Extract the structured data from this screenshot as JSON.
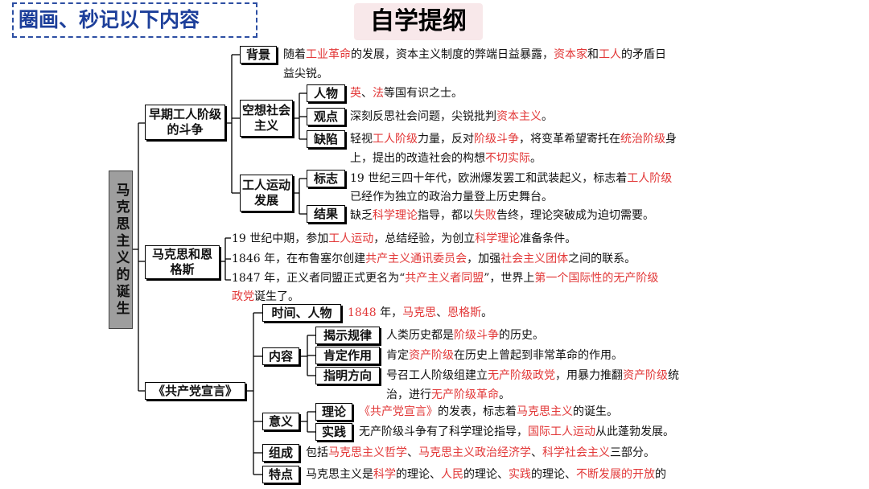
{
  "header": {
    "instruction": "圈画、秒记以下内容",
    "title": "自学提纲"
  },
  "tree": {
    "root": "马克思主义的诞生",
    "b1": {
      "label": "早期工人阶级的斗争",
      "bg": {
        "label": "背景",
        "t1": [
          "随着",
          "工业革命",
          "的发展，资本主义制度的弊端日益暴露，",
          "资本家",
          "和",
          "工人",
          "的矛盾日"
        ],
        "t2": "益尖锐。"
      },
      "kx": {
        "label": "空想社会主义",
        "rw": {
          "label": "人物",
          "t": [
            "英",
            "、",
            "法",
            "等国有识之士。"
          ]
        },
        "gd": {
          "label": "观点",
          "t": [
            "深刻反思社会问题，尖锐批判",
            "资本主义",
            "。"
          ]
        },
        "qx": {
          "label": "缺陷",
          "t1": [
            "轻视",
            "工人阶级",
            "力量，反对",
            "阶级斗争",
            "，将变革希望寄托在",
            "统治阶级",
            "身"
          ],
          "t2": [
            "上，提出的改造社会的构想",
            "不切实际",
            "。"
          ]
        }
      },
      "gr": {
        "label": "工人运动发展",
        "bz": {
          "label": "标志",
          "t1": [
            "19 世纪三四十年代，欧洲爆发罢工和武装起义，标志着",
            "工人阶级"
          ],
          "t2": "已经作为独立的政治力量登上历史舞台。"
        },
        "jg": {
          "label": "结果",
          "t": [
            "缺乏",
            "科学理论",
            "指导，都以",
            "失败",
            "告终，理论突破成为迫切需要。"
          ]
        }
      }
    },
    "b2": {
      "label": "马克思和恩格斯",
      "l1": [
        "19 世纪中期，参加",
        "工人运动",
        "，总结经验，为创立",
        "科学理论",
        "准备条件。"
      ],
      "l2": [
        "1846 年，在布鲁塞尔创建",
        "共产主义通讯委员会",
        "，加强",
        "社会主义团体",
        "之间的联系。"
      ],
      "l3": [
        "1847 年，正义者同盟正式更名为“",
        "共产主义者同盟",
        "”，世界上",
        "第一个国际性的无产阶级"
      ],
      "l4": [
        "政党",
        "诞生了。"
      ]
    },
    "b3": {
      "label": "《共产党宣言》",
      "sj": {
        "label": "时间、人物",
        "t": [
          "1848",
          " 年，",
          "马克思",
          "、",
          "恩格斯",
          "。"
        ]
      },
      "nr": {
        "label": "内容",
        "jsgl": {
          "label": "揭示规律",
          "t": [
            "人类历史都是",
            "阶级斗争",
            "的历史。"
          ]
        },
        "kdzy": {
          "label": "肯定作用",
          "t": [
            "肯定",
            "资产阶级",
            "在历史上曾起到非常革命的作用。"
          ]
        },
        "zmfx": {
          "label": "指明方向",
          "t1": [
            "号召工人阶级组建立",
            "无产阶级政党",
            "，用暴力推翻",
            "资产阶级",
            "统"
          ],
          "t2": [
            "治，进行",
            "无产阶级革命",
            "。"
          ]
        }
      },
      "yy": {
        "label": "意义",
        "ll": {
          "label": "理论",
          "t": [
            "《共产党宣言》",
            "的发表，标志着",
            "马克思主义",
            "的诞生。"
          ]
        },
        "sj2": {
          "label": "实践",
          "t": [
            "无产阶级斗争有了科学理论指导，",
            "国际工人运动",
            "从此蓬勃发展。"
          ]
        }
      },
      "zc": {
        "label": "组成",
        "t": [
          "包括",
          "马克思主义哲学",
          "、",
          "马克思主义政治经济学",
          "、",
          "科学社会主义",
          "三部分。"
        ]
      },
      "td": {
        "label": "特点",
        "t": [
          "马克思主义是",
          "科学",
          "的理论、",
          "人民",
          "的理论、",
          "实践",
          "的理论、",
          "不断发展的开放",
          "的"
        ]
      }
    }
  }
}
